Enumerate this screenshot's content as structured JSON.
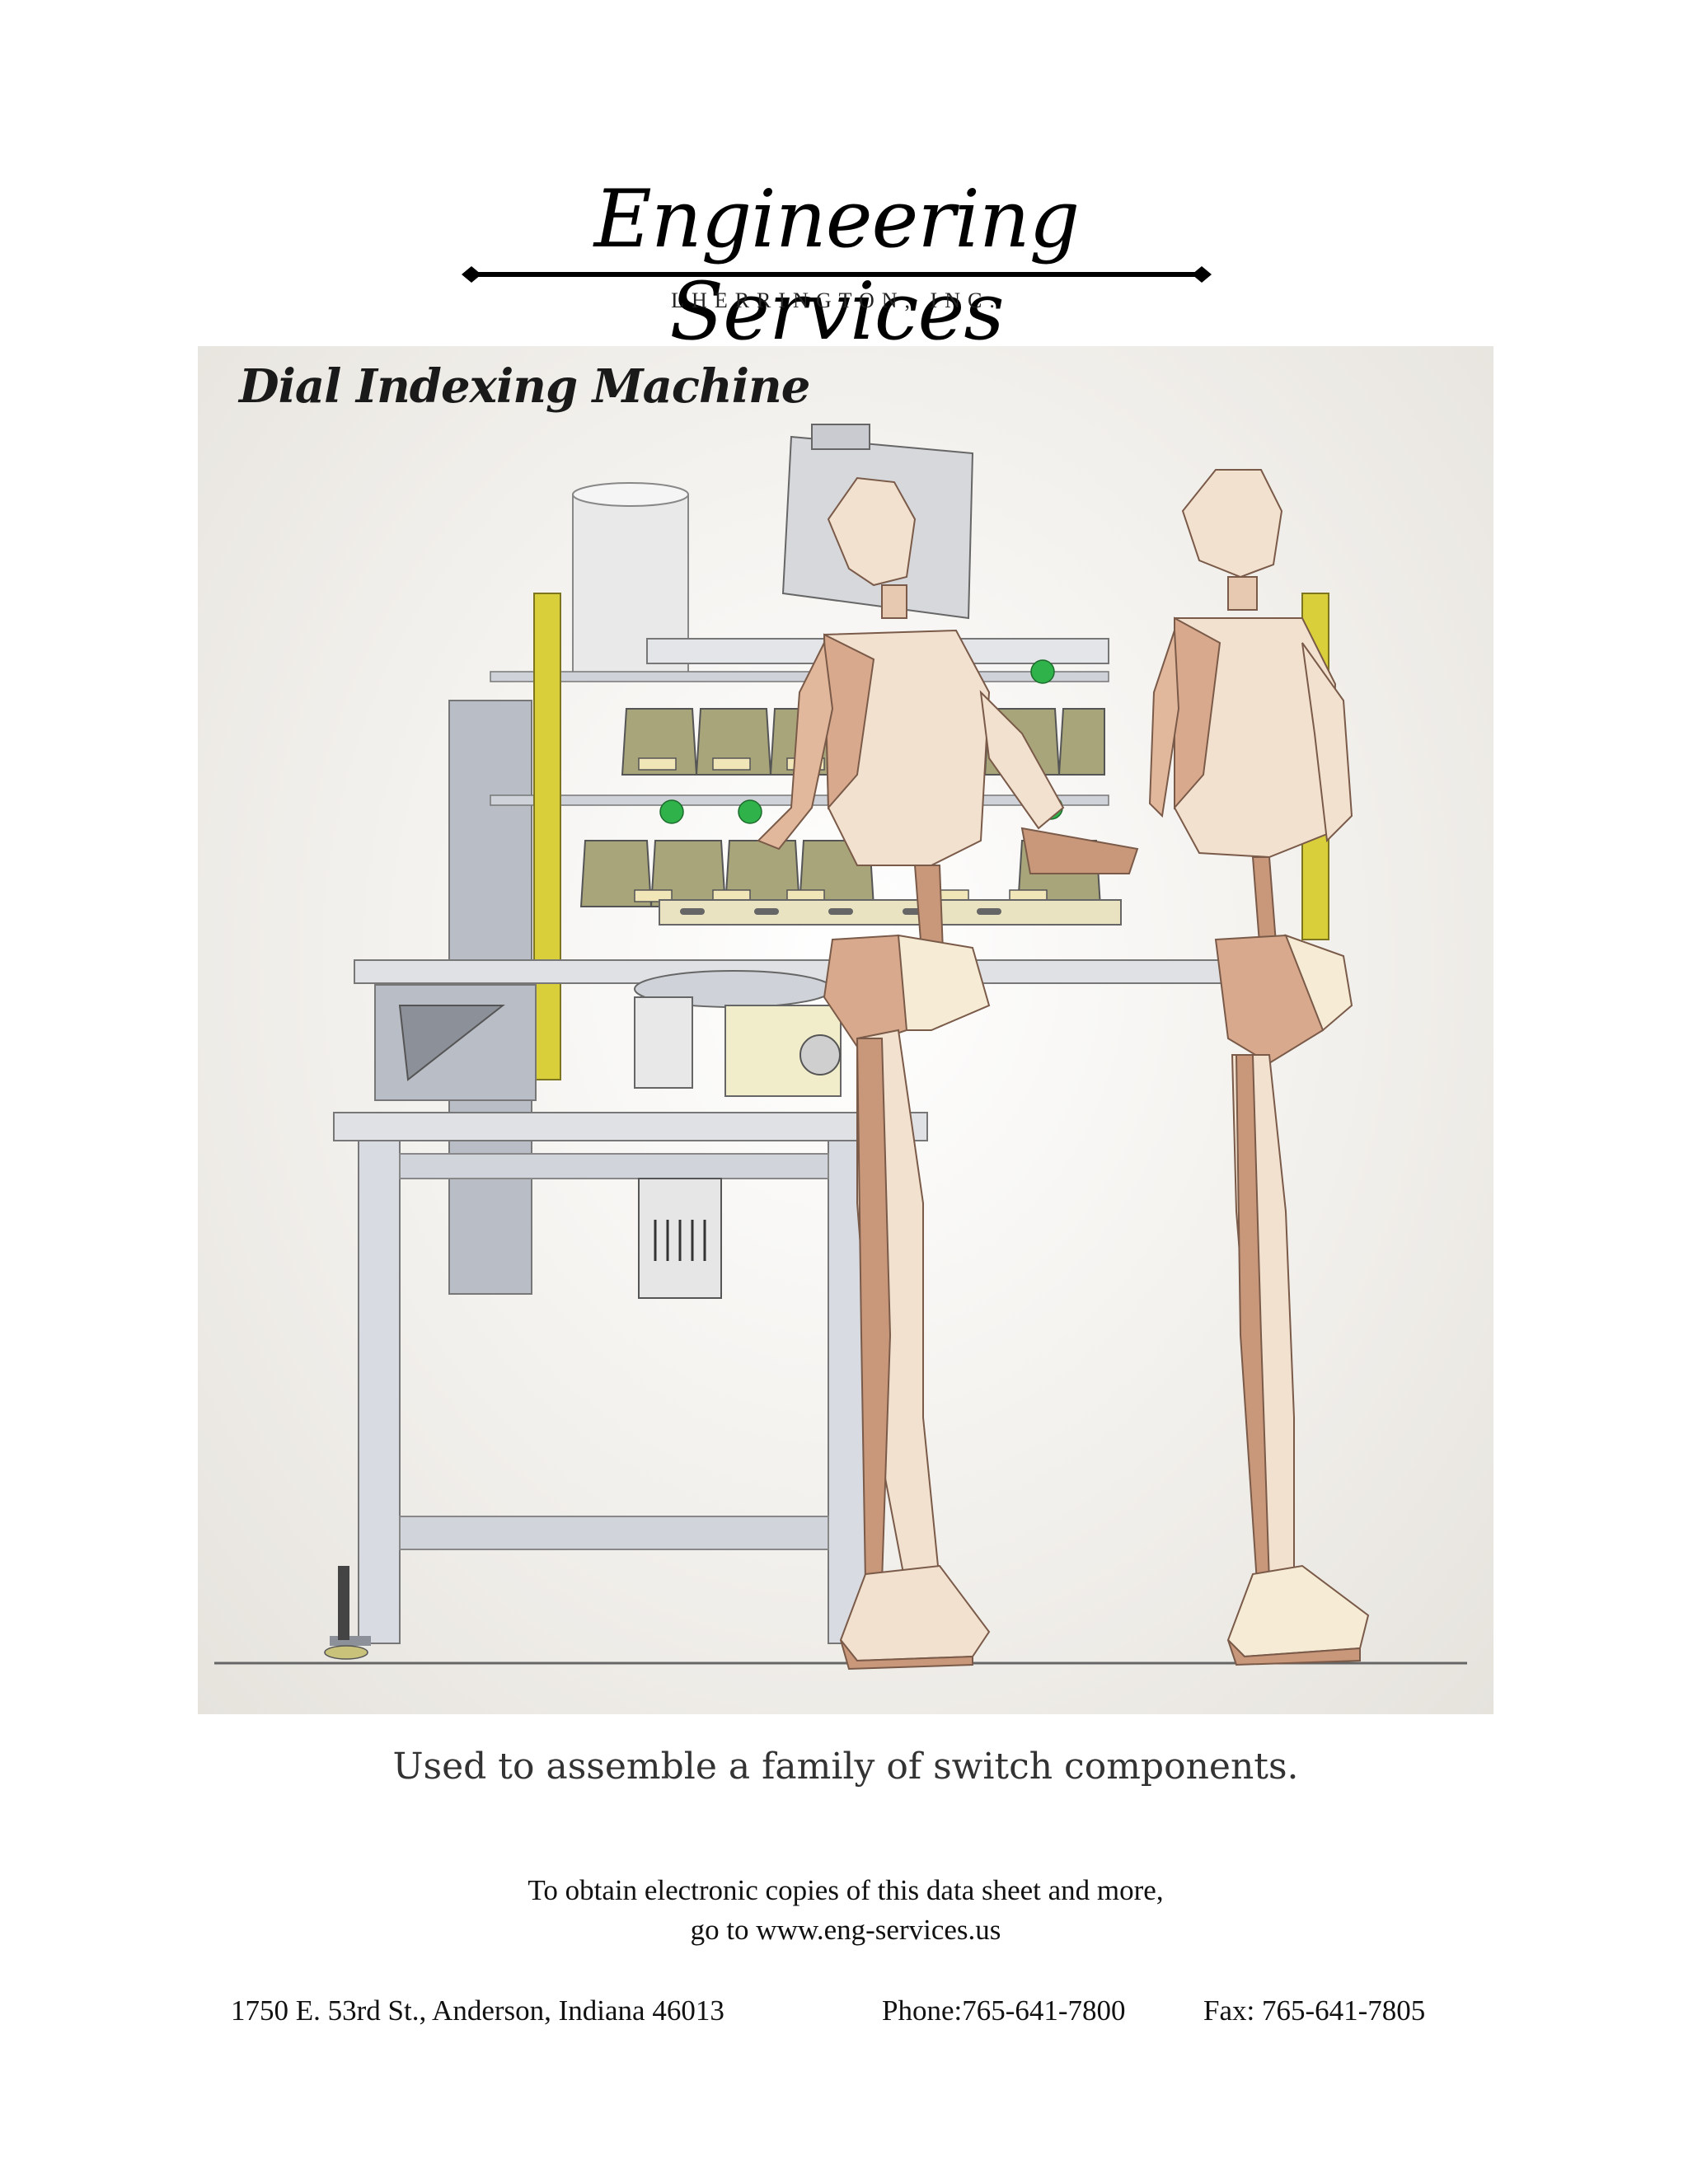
{
  "header": {
    "logo_title": "Engineering Services",
    "logo_subtitle": "LHERRINGTON, INC."
  },
  "figure": {
    "title": "Dial Indexing Machine",
    "caption": "Used to assemble a family of switch components."
  },
  "info": {
    "line1": "To obtain electronic copies of this data sheet and  more,",
    "line2": "go to  www.eng-services.us"
  },
  "contact": {
    "address": "1750 E. 53rd St., Anderson, Indiana 46013",
    "phone": "Phone:765-641-7800",
    "fax": "Fax: 765-641-7805"
  },
  "colors": {
    "frame": "#c8ccd4",
    "frame_dark": "#8c9099",
    "guard_yellow": "#d9cf3a",
    "bin_olive": "#a9a57a",
    "indicator_green": "#2fb24a",
    "mannequin_light": "#f3e1cf",
    "mannequin_shade": "#c9977a"
  }
}
